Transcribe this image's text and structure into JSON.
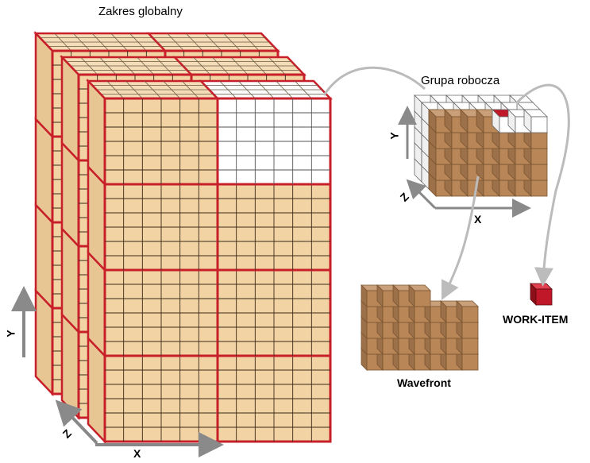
{
  "titles": {
    "global_range": "Zakres globalny",
    "work_group": "Grupa robocza",
    "wavefront": "Wavefront",
    "work_item": "WORK-ITEM"
  },
  "axes": {
    "x": "X",
    "y": "Y",
    "z": "Z"
  },
  "colors": {
    "tan": "#f2d3a4",
    "tan_border": "#c9a77a",
    "red_outline": "#c8202a",
    "brown": "#b88657",
    "brown_dark": "#7a5532",
    "white_cube": "#ffffff",
    "arrow_gray": "#888888",
    "connector_gray": "#bbbbbb",
    "work_item_red": "#c01828"
  },
  "highlighted_workgroup": "top-right-front"
}
